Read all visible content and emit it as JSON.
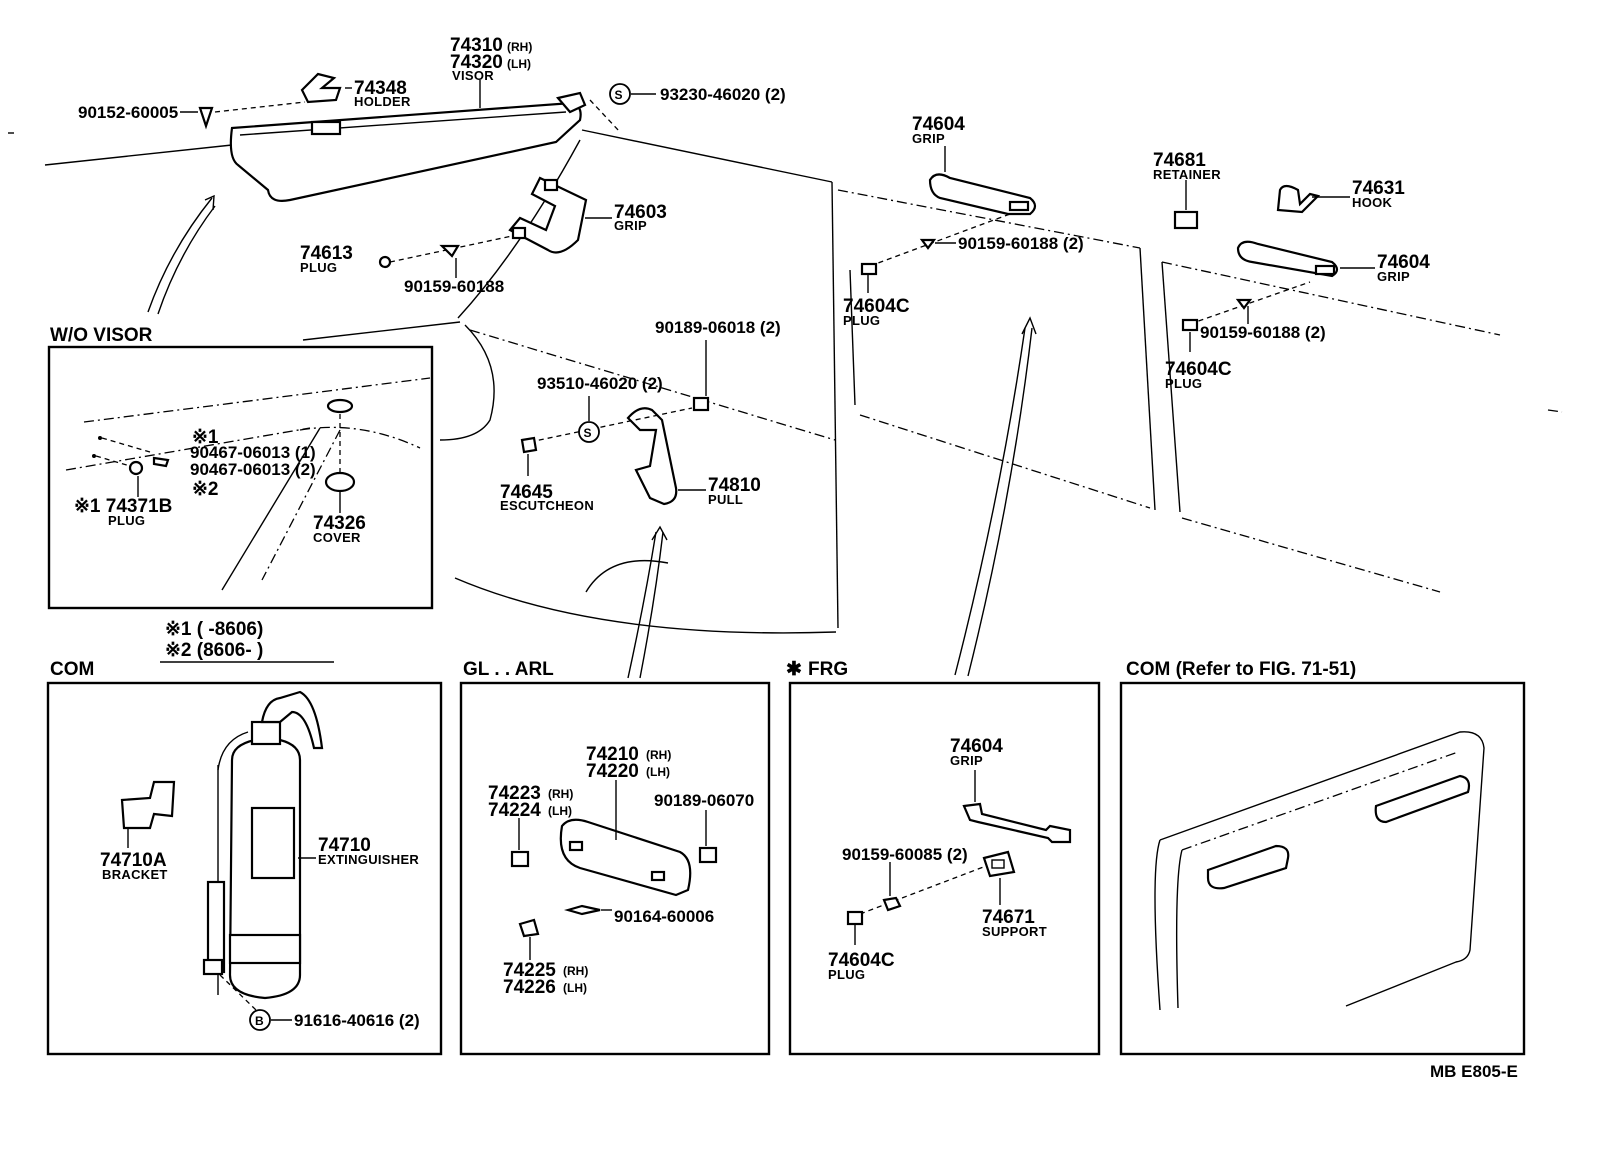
{
  "diagram_code": "MB  E805-E",
  "sections": {
    "wo_visor": "W/O  VISOR",
    "com1": "COM",
    "gl_arl": "GL . . ARL",
    "frg": "FRG",
    "frg_mark": "✱",
    "com2": "COM (Refer to FIG. 71-51)"
  },
  "legend": {
    "line1": "※1 (        -8606)",
    "line2": "※2 (8606-          )"
  },
  "parts": {
    "visor_rh": "74310",
    "visor_rh_side": "(RH)",
    "visor_lh": "74320",
    "visor_lh_side": "(LH)",
    "visor_name": "VISOR",
    "holder_no": "74348",
    "holder_name": "HOLDER",
    "screw_90152": "90152-60005",
    "s_93230": "93230-46020 (2)",
    "grip_74603": "74603",
    "grip_name": "GRIP",
    "plug_74613": "74613",
    "plug_name": "PLUG",
    "screw_90159a": "90159-60188",
    "grip_74604_top": "74604",
    "screw_90159b": "90159-60188 (2)",
    "plug_74604c_a": "74604C",
    "retainer_no": "74681",
    "retainer_name": "RETAINER",
    "hook_no": "74631",
    "hook_name": "HOOK",
    "grip_74604_right": "74604",
    "screw_90159c": "90159-60188 (2)",
    "plug_74604c_b": "74604C",
    "screw_90189a": "90189-06018 (2)",
    "s_93510": "93510-46020 (2)",
    "escutcheon_no": "74645",
    "escutcheon_name": "ESCUTCHEON",
    "pull_no": "74810",
    "pull_name": "PULL",
    "wo_mark1": "※1",
    "wo_90467a": "90467-06013 (1)",
    "wo_90467b": "90467-06013 (2)",
    "wo_mark2": "※2",
    "wo_plug_no": "※1 74371B",
    "wo_cover_no": "74326",
    "wo_cover_name": "COVER",
    "bracket_no": "74710A",
    "bracket_name": "BRACKET",
    "ext_no": "74710",
    "ext_name": "EXTINGUISHER",
    "bolt_91616": "91616-40616 (2)",
    "gl_74210": "74210",
    "gl_74220": "74220",
    "gl_74223": "74223",
    "gl_74224": "74224",
    "gl_90189": "90189-06070",
    "gl_90164": "90164-60006",
    "gl_74225": "74225",
    "gl_74226": "74226",
    "frg_grip": "74604",
    "frg_screw": "90159-60085 (2)",
    "frg_support_no": "74671",
    "frg_support_name": "SUPPORT",
    "frg_plug": "74604C",
    "rh": "(RH)",
    "lh": "(LH)",
    "s_mark": "S",
    "b_mark": "B"
  }
}
